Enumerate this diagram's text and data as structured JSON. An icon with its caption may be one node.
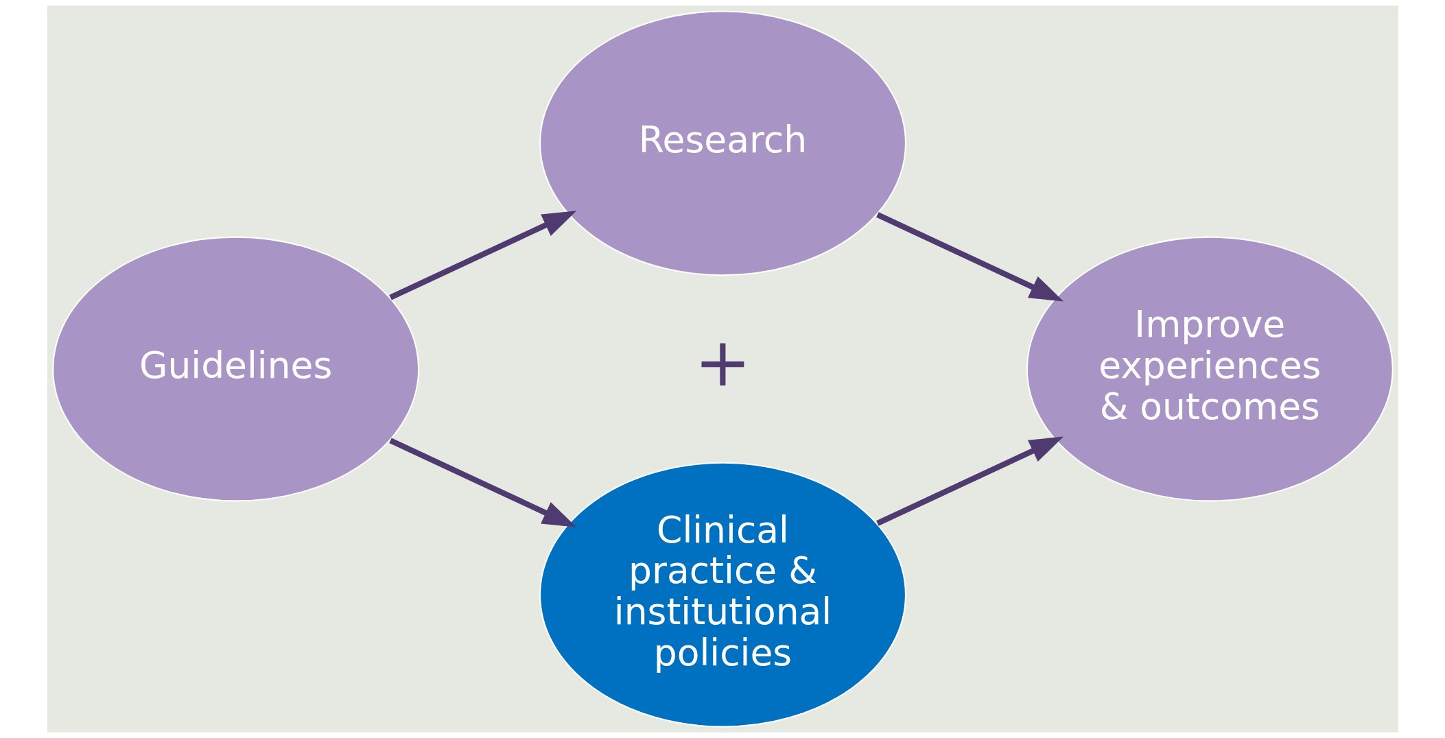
{
  "diagram": {
    "nodes": [
      {
        "text": [
          "Guidelines"
        ]
      },
      {
        "text": [
          "Research"
        ]
      },
      {
        "text": [
          "Clinical practice & institutional policies"
        ]
      },
      {
        "text": [
          "Improve experiences & outcomes"
        ]
      }
    ],
    "edges": [
      {
        "from": 0,
        "to": 1,
        "arrow": "to"
      },
      {
        "from": 0,
        "to": 2,
        "arrow": "to"
      },
      {
        "from": 1,
        "to": 3,
        "arrow": "to"
      },
      {
        "from": 2,
        "to": 3,
        "arrow": "to"
      }
    ],
    "labels": [
      "+"
    ]
  }
}
